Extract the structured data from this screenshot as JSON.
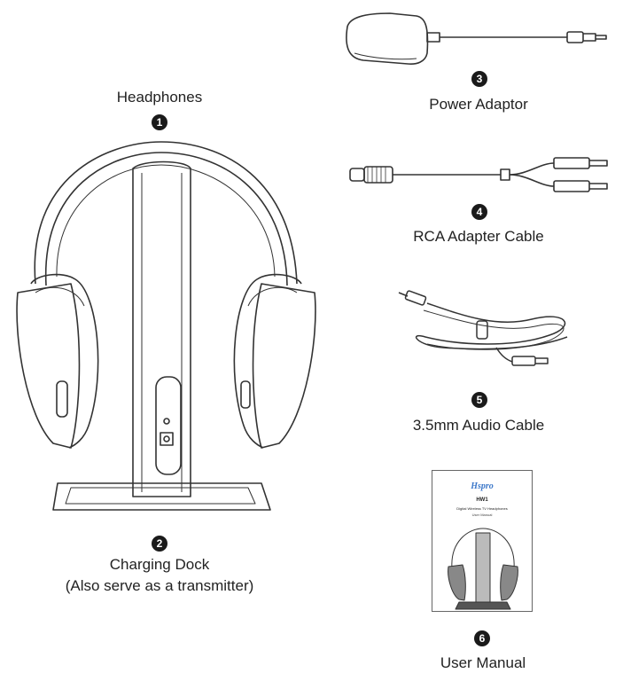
{
  "items": [
    {
      "number": "1",
      "label": "Headphones"
    },
    {
      "number": "2",
      "label": "Charging Dock",
      "sublabel": "(Also serve as a transmitter)"
    },
    {
      "number": "3",
      "label": "Power Adaptor"
    },
    {
      "number": "4",
      "label": "RCA Adapter Cable"
    },
    {
      "number": "5",
      "label": "3.5mm Audio Cable"
    },
    {
      "number": "6",
      "label": "User Manual"
    }
  ],
  "manual_cover": {
    "brand": "Hspro",
    "model": "HW1",
    "subtitle": "Digital Wireless TV Headphones",
    "doc_title": "User Manual"
  },
  "colors": {
    "line": "#333333",
    "brand": "#3b77c9"
  }
}
